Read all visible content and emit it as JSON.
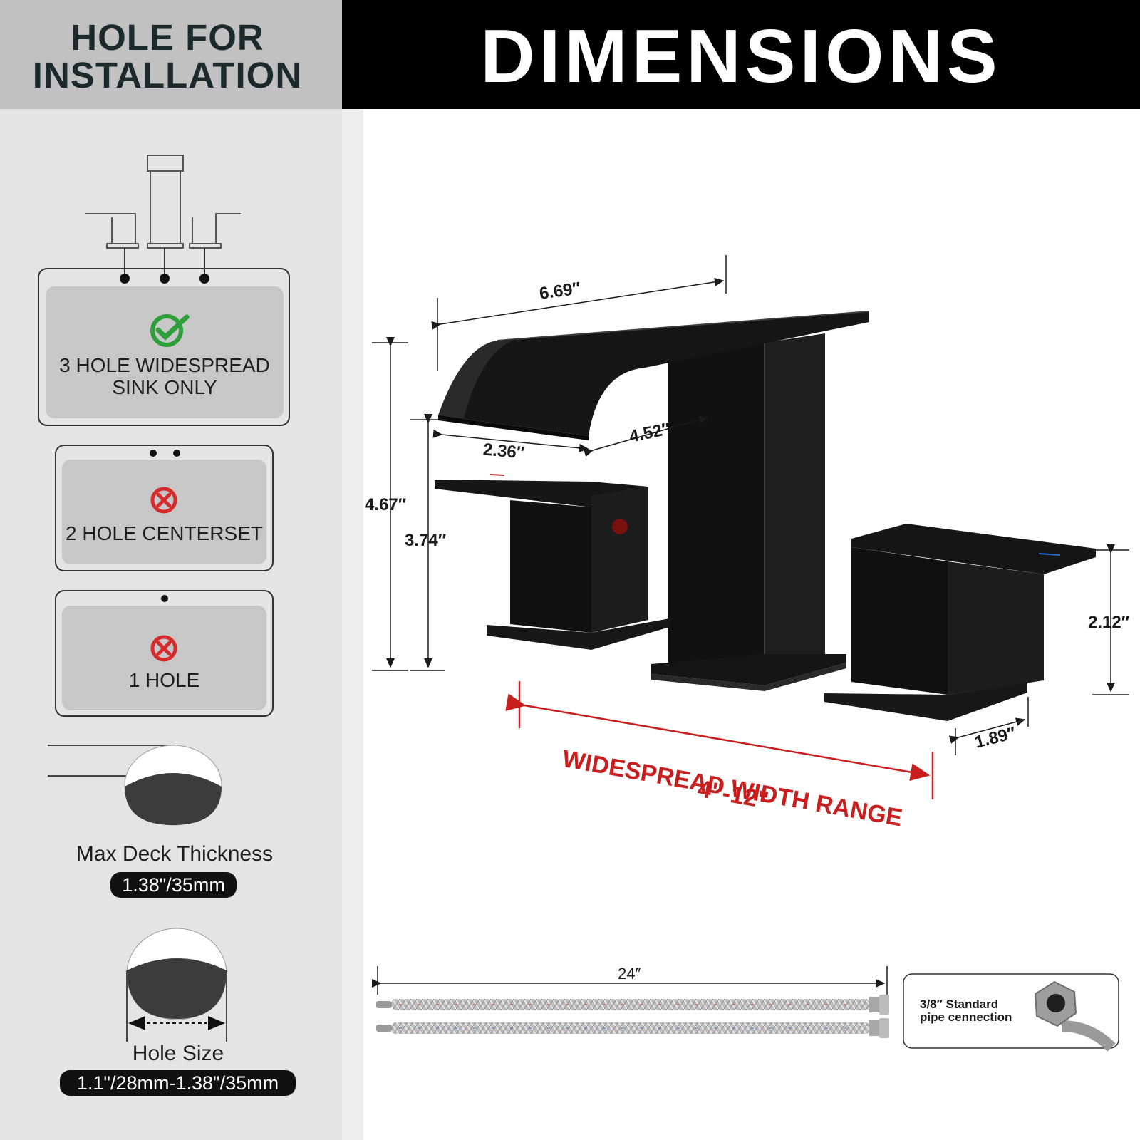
{
  "left_panel": {
    "title_line1": "HOLE FOR",
    "title_line2": "INSTALLATION",
    "options": [
      {
        "line1": "3 HOLE WIDESPREAD",
        "line2": "SINK ONLY",
        "status": "check-icon",
        "compatible": true
      },
      {
        "line1": "2 HOLE CENTERSET",
        "line2": "",
        "status": "cross-icon",
        "compatible": false
      },
      {
        "line1": "1 HOLE",
        "line2": "",
        "status": "cross-icon",
        "compatible": false
      }
    ],
    "deck_label": "Max Deck Thickness",
    "deck_value": "1.38\"/35mm",
    "hole_label": "Hole Size",
    "hole_value": "1.1\"/28mm-1.38\"/35mm"
  },
  "header": {
    "title": "DIMENSIONS"
  },
  "dimensions": {
    "spout_length": "6.69″",
    "spout_reach": "4.52″",
    "spout_opening": "2.36″",
    "total_height": "4.67″",
    "spout_height": "3.74″",
    "handle_height": "2.12″",
    "handle_base": "1.89″",
    "range_label": "WIDESPREAD WIDTH RANGE",
    "range_value": "4\"-12\""
  },
  "hoses": {
    "length": "24″",
    "connection_line1": "3/8″ Standard",
    "connection_line2": "pipe cennection"
  },
  "colors": {
    "accent": "#c81e1e",
    "check": "#2e9e3a",
    "cross": "#d62b2b",
    "product": "#121212"
  }
}
